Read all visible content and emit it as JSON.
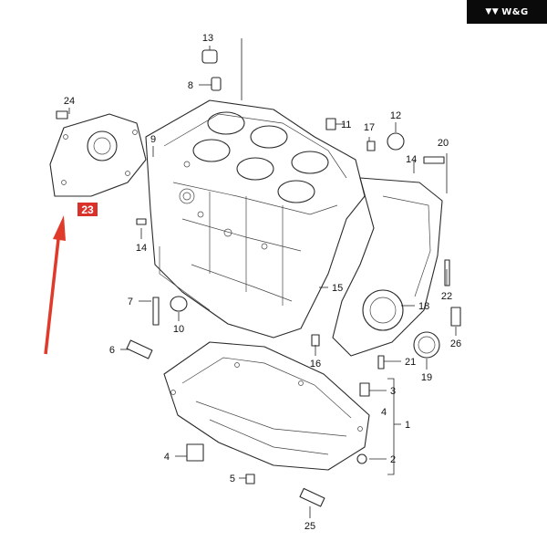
{
  "brand": {
    "logo_text": "W&G"
  },
  "callouts": {
    "p1": "1",
    "p2": "2",
    "p3": "3",
    "p4a": "4",
    "p4b": "4",
    "p5": "5",
    "p6": "6",
    "p7": "7",
    "p8": "8",
    "p9": "9",
    "p10": "10",
    "p11": "11",
    "p12": "12",
    "p13": "13",
    "p14a": "14",
    "p14b": "14",
    "p15": "15",
    "p16": "16",
    "p17": "17",
    "p18": "18",
    "p19": "19",
    "p20": "20",
    "p21": "21",
    "p22": "22",
    "p23": "23",
    "p24": "24",
    "p25": "25",
    "p26": "26"
  },
  "highlight": {
    "color": "#d9322b",
    "arrow_color": "#e03a2b"
  }
}
